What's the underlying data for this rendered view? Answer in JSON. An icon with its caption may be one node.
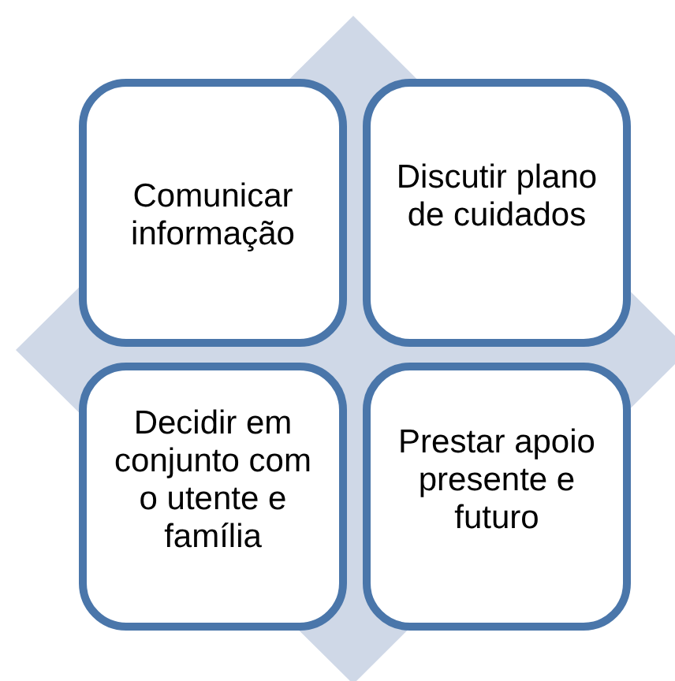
{
  "diagram": {
    "nodes": [
      {
        "text": [
          "Comunicar informação"
        ]
      },
      {
        "text": [
          "Discutir plano de cuidados"
        ]
      },
      {
        "text": [
          "Decidir em conjunto com o utente e família"
        ]
      },
      {
        "text": [
          "Prestar apoio presente e futuro"
        ]
      }
    ]
  }
}
